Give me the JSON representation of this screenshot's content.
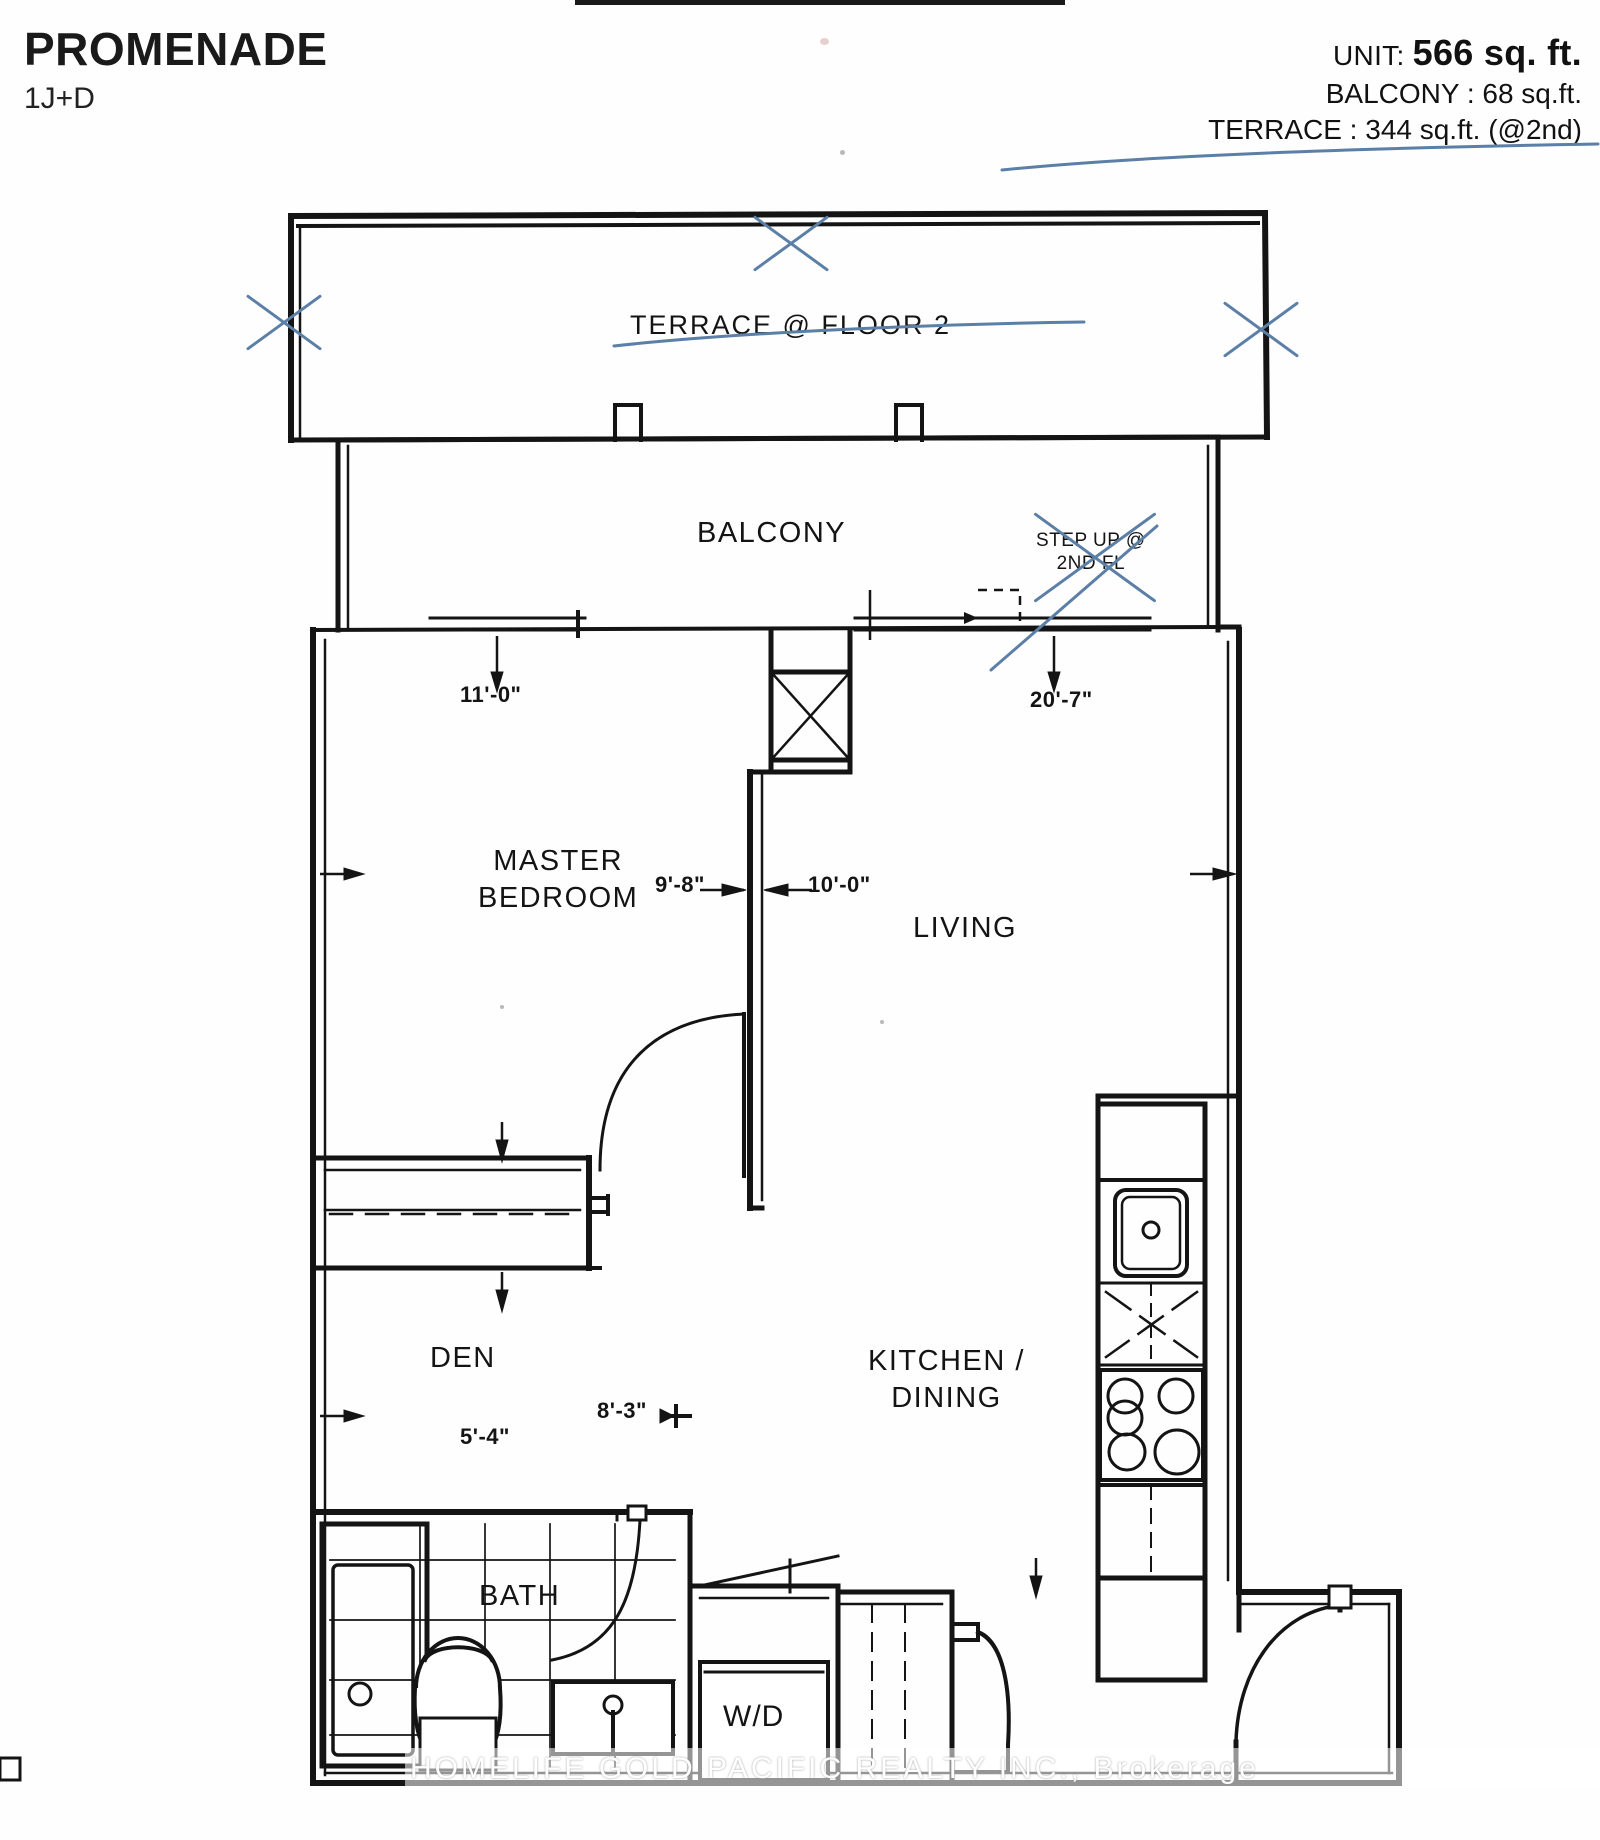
{
  "header": {
    "project_title": "PROMENADE",
    "model_code": "1J+D",
    "unit_label": "UNIT:",
    "unit_area": "566 sq. ft.",
    "balcony_line": "BALCONY : 68 sq.ft.",
    "terrace_line": "TERRACE : 344 sq.ft.  (@2nd)"
  },
  "plan": {
    "terrace_label": "TERRACE @ FLOOR 2",
    "balcony_label": "BALCONY",
    "step_up_note_line1": "STEP UP @",
    "step_up_note_line2": "2ND FL",
    "master_bedroom_line1": "MASTER",
    "master_bedroom_line2": "BEDROOM",
    "living_label": "LIVING",
    "den_label": "DEN",
    "kitchen_line1": "KITCHEN /",
    "kitchen_line2": "DINING",
    "bath_label": "BATH",
    "wd_label": "W/D",
    "dimensions": {
      "bedroom_width": "11'-0\"",
      "living_width": "20'-7\"",
      "bedroom_depth": "9'-8\"",
      "living_depth": "10'-0\"",
      "den_width": "5'-4\"",
      "den_depth": "8'-3\""
    }
  },
  "watermark": {
    "text": "HOMELIFE GOLD PACIFIC REALTY INC., Brokerage"
  },
  "colors": {
    "ink": "#141414",
    "pen_blue": "#5b7fa6",
    "paper": "#fefefe"
  }
}
